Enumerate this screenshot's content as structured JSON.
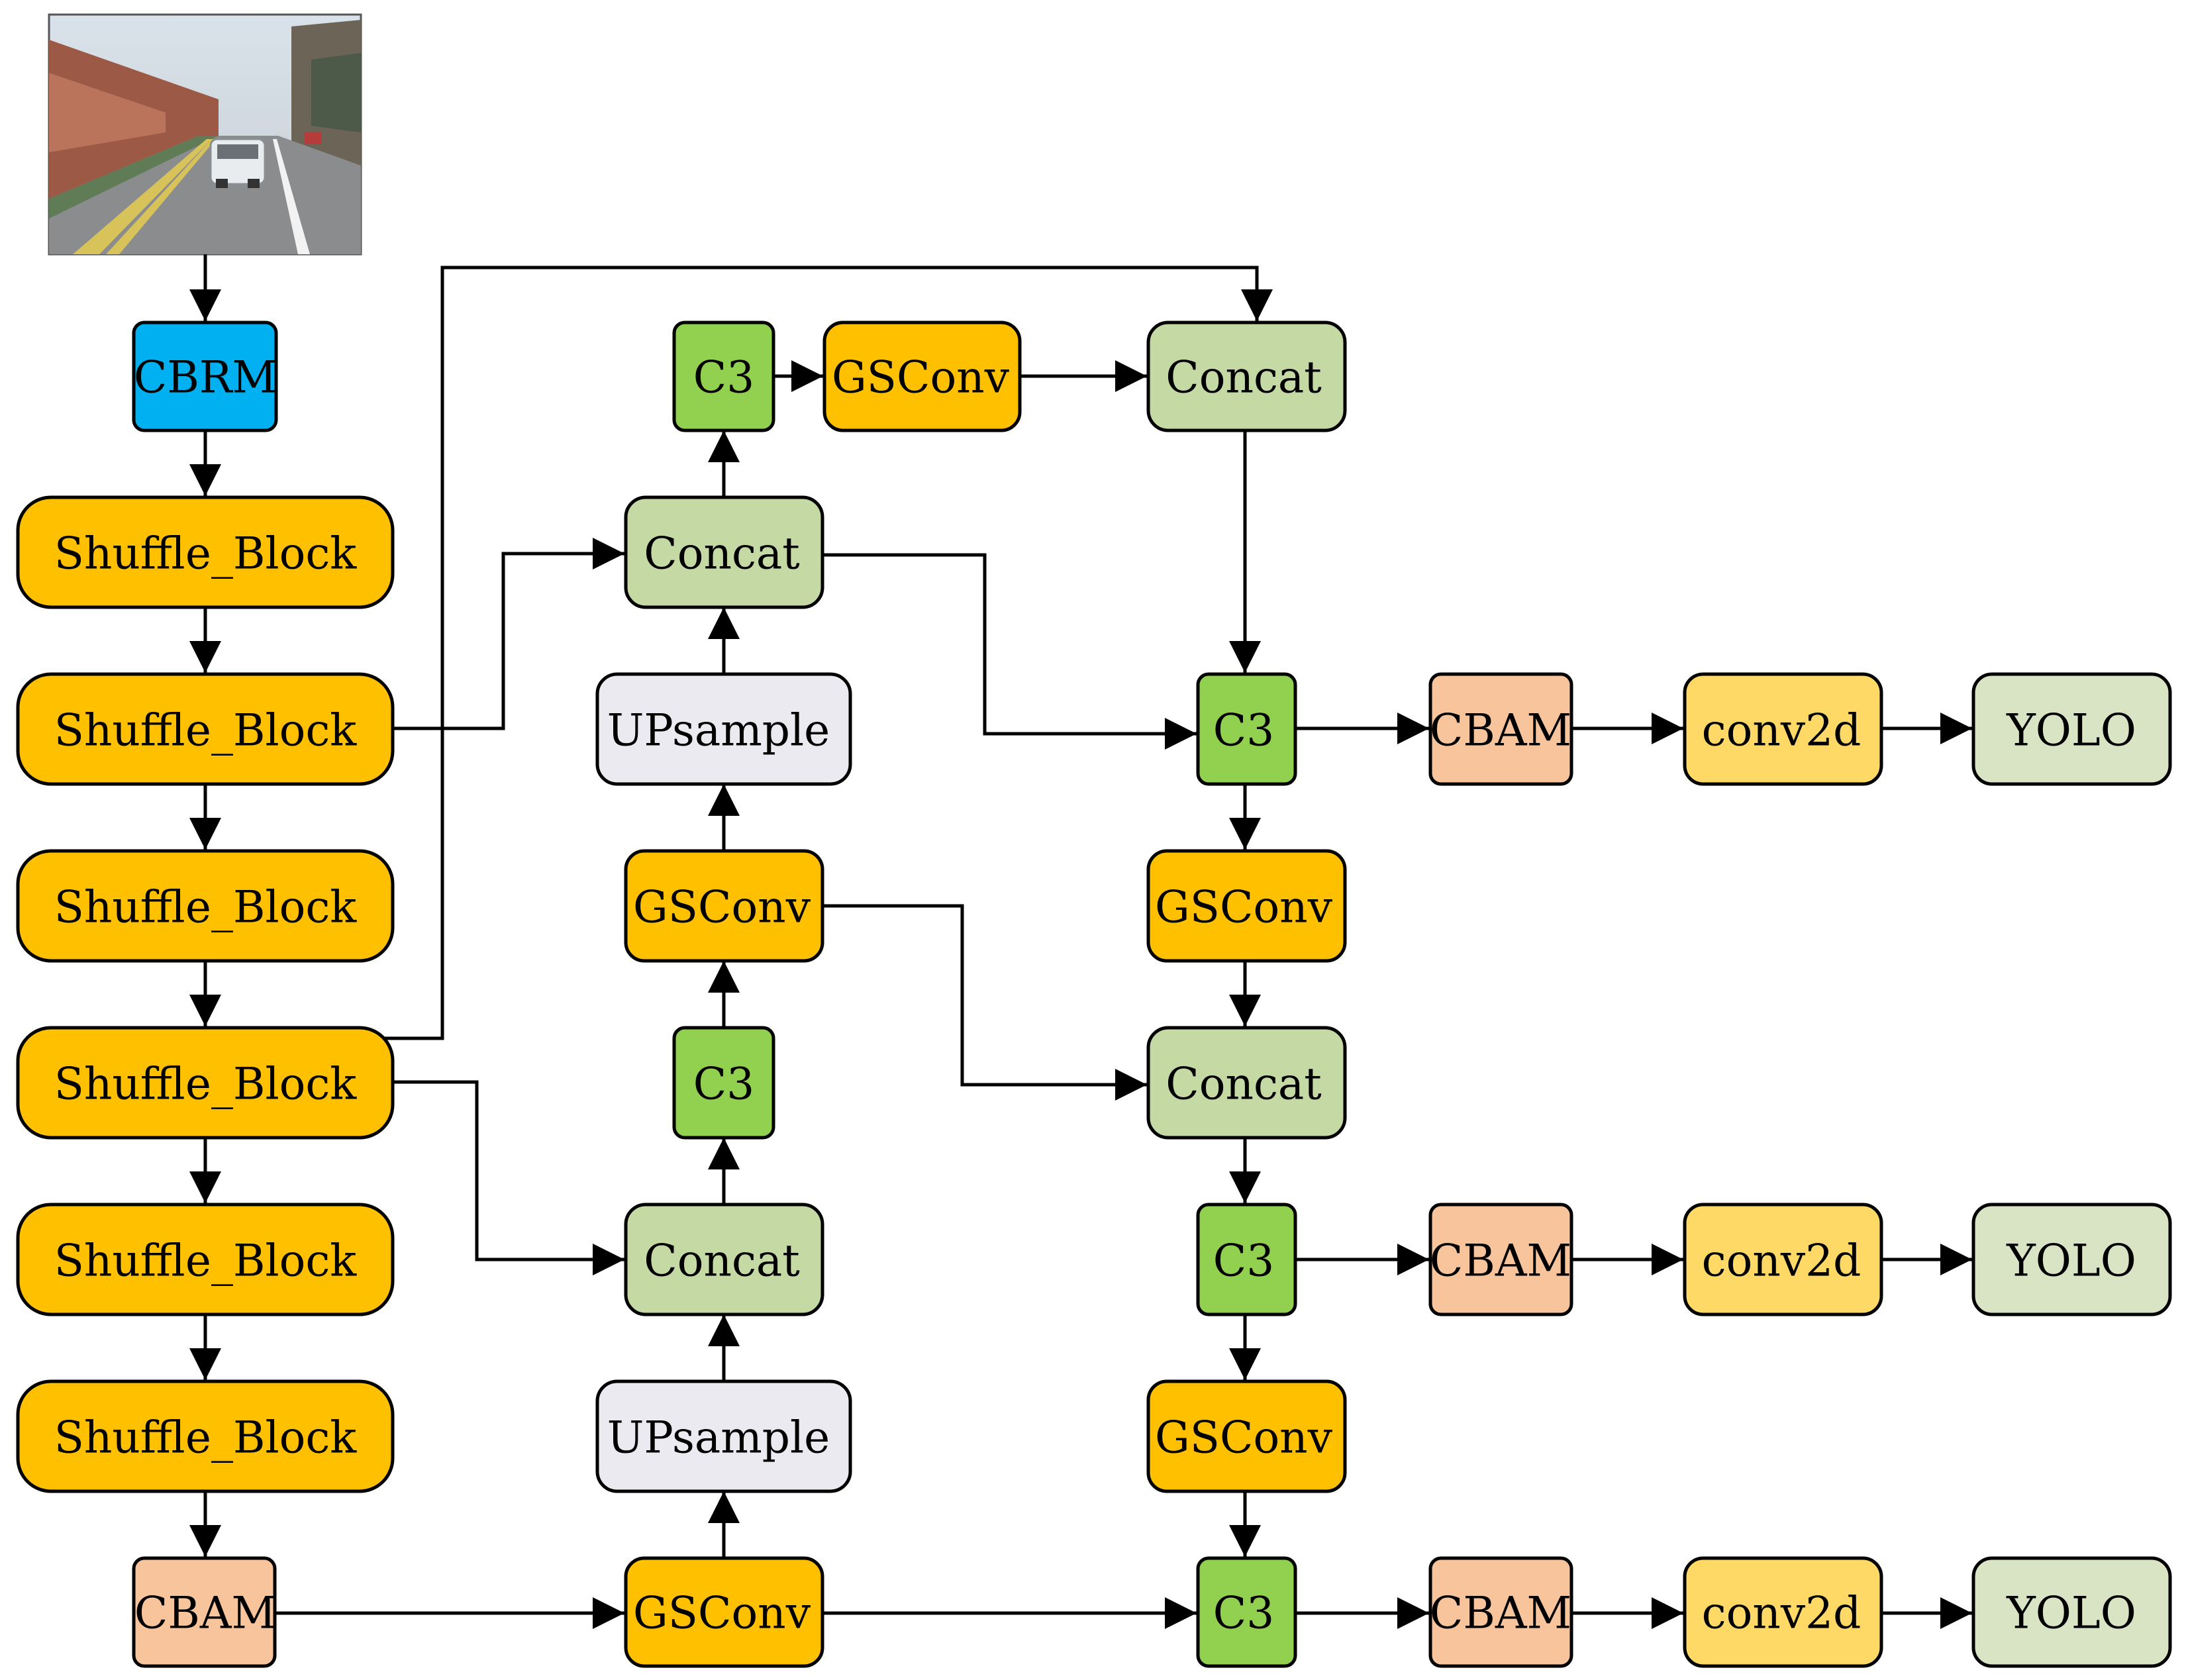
{
  "colors": {
    "cbrm": "#00b0f0",
    "shuffle_block": "#ffc000",
    "gsconv": "#ffc000",
    "c3": "#92d050",
    "concat": "#c5d9a5",
    "upsample": "#ebeaf0",
    "cbam": "#f8c49c",
    "conv2d": "#ffd966",
    "yolo": "#d8e4c4",
    "line": "#000000"
  },
  "input_image": {
    "icon": "road-scene-photo",
    "content": "street scene with a white car on a road lined with buildings and trees"
  },
  "backbone": {
    "cbrm": "CBRM",
    "shuffle_block_1": "Shuffle_Block",
    "shuffle_block_2": "Shuffle_Block",
    "shuffle_block_3": "Shuffle_Block",
    "shuffle_block_4": "Shuffle_Block",
    "shuffle_block_5": "Shuffle_Block",
    "shuffle_block_6": "Shuffle_Block",
    "cbam": "CBAM"
  },
  "neck_column": {
    "c3_top": "C3",
    "gsconv_top": "GSConv",
    "concat_1": "Concat",
    "upsample_1": "UPsample",
    "gsconv_1": "GSConv",
    "c3_mid": "C3",
    "concat_2": "Concat",
    "upsample_2": "UPsample",
    "gsconv_bottom": "GSConv"
  },
  "head_column": {
    "concat_top": "Concat",
    "c3_1": "C3",
    "gsconv_1": "GSConv",
    "concat_2": "Concat",
    "c3_2": "C3",
    "gsconv_2": "GSConv",
    "c3_3": "C3"
  },
  "outputs": [
    {
      "cbam": "CBAM",
      "conv2d": "conv2d",
      "yolo": "YOLO"
    },
    {
      "cbam": "CBAM",
      "conv2d": "conv2d",
      "yolo": "YOLO"
    },
    {
      "cbam": "CBAM",
      "conv2d": "conv2d",
      "yolo": "YOLO"
    }
  ]
}
